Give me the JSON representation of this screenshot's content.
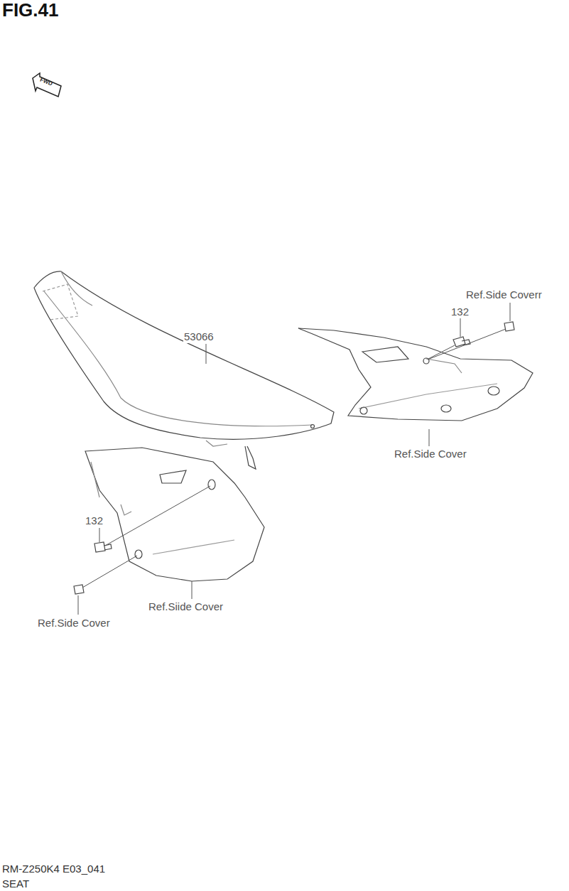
{
  "diagram": {
    "title": "FIG.41",
    "labels": [
      "FWD",
      "53066",
      "Ref.Side Coverr",
      "132",
      "Ref.Side Cover",
      "132",
      "Ref.Siide Cover",
      "Ref.Side Cover",
      "RM-Z250K4 E03_041",
      "SEAT"
    ]
  }
}
